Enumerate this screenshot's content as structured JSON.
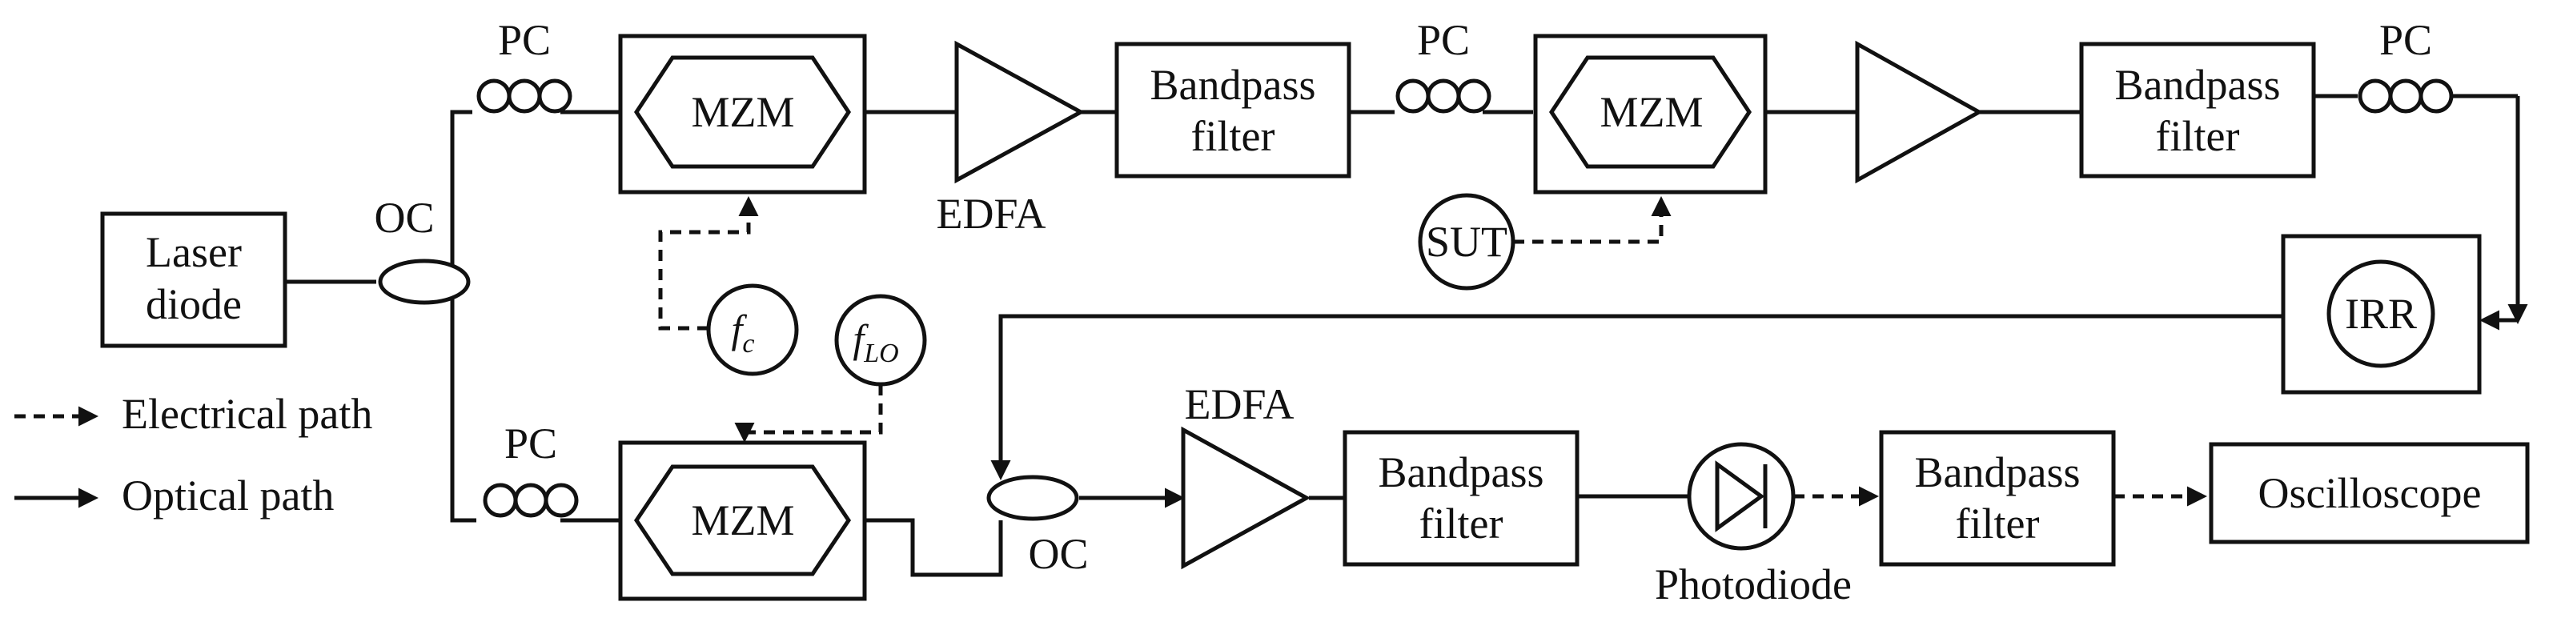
{
  "labels": {
    "laser": [
      "Laser",
      "diode"
    ],
    "pc": "PC",
    "oc": "OC",
    "mzm": "MZM",
    "edfa": "EDFA",
    "bandpass": [
      "Bandpass",
      "filter"
    ],
    "sut": "SUT",
    "irr": "IRR",
    "photodiode": "Photodiode",
    "oscilloscope": "Oscilloscope",
    "fc": {
      "main": "f",
      "sub": "c"
    },
    "flo": {
      "main": "f",
      "sub": "LO"
    }
  },
  "legend": {
    "electrical": "Electrical path",
    "optical": "Optical path"
  }
}
